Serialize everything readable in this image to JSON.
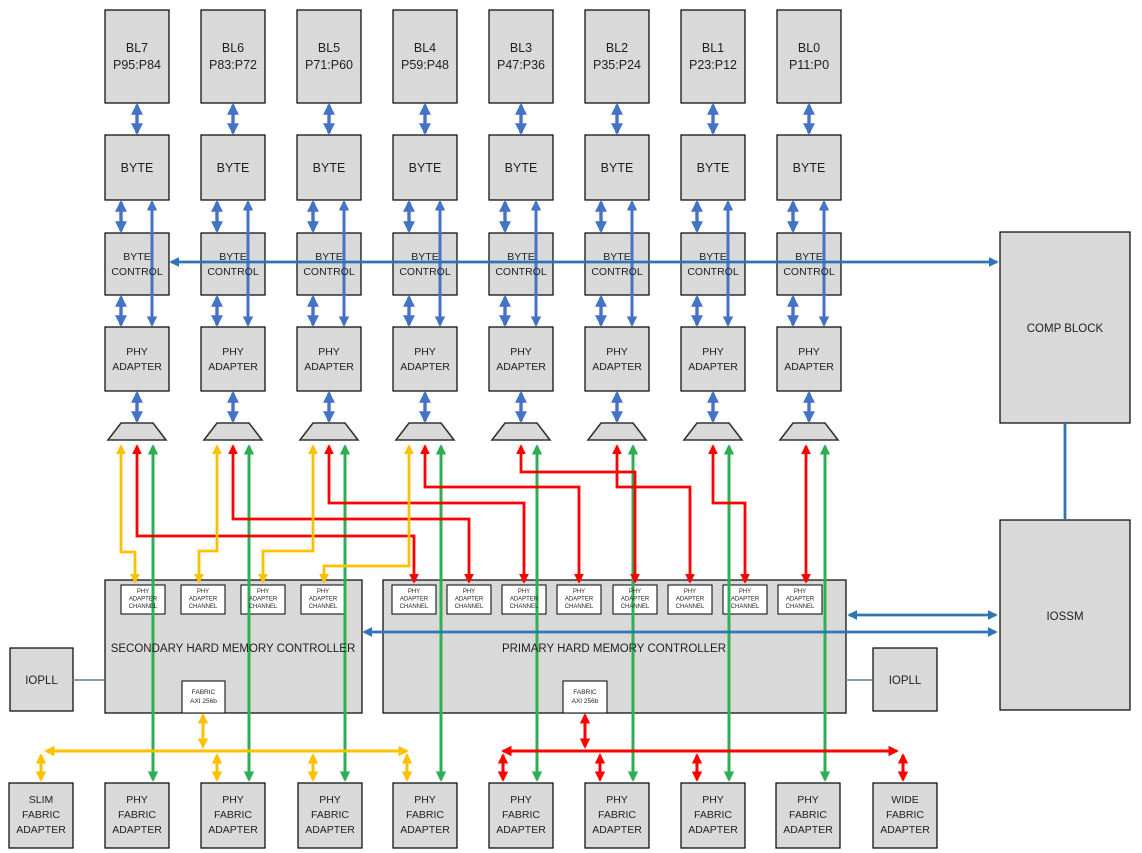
{
  "diagram": "memory-interface-block-diagram",
  "colors": {
    "block_fill": "#d9d9d9",
    "block_stroke": "#000000",
    "white": "#ffffff",
    "blue": "#4472c4",
    "steel_blue": "#2e75b6",
    "red": "#fe0000",
    "green": "#2fae54",
    "yellow": "#ffc000",
    "connector": "#8496b0",
    "text": "#1f1f1f"
  },
  "columns": [
    {
      "bl": "BL7",
      "pins": "P95:P84"
    },
    {
      "bl": "BL6",
      "pins": "P83:P72"
    },
    {
      "bl": "BL5",
      "pins": "P71:P60"
    },
    {
      "bl": "BL4",
      "pins": "P59:P48"
    },
    {
      "bl": "BL3",
      "pins": "P47:P36"
    },
    {
      "bl": "BL2",
      "pins": "P35:P24"
    },
    {
      "bl": "BL1",
      "pins": "P23:P12"
    },
    {
      "bl": "BL0",
      "pins": "P11:P0"
    }
  ],
  "column_labels": {
    "byte": "BYTE",
    "byte_control_lines": [
      "BYTE",
      "CONTROL"
    ],
    "phy_adapter_lines": [
      "PHY",
      "ADAPTER"
    ]
  },
  "controllers": {
    "secondary": {
      "title": "SECONDARY HARD MEMORY CONTROLLER",
      "channel_count": 4,
      "channel_label_lines": [
        "PHY",
        "ADAPTER",
        "CHANNEL"
      ],
      "fabric_lines": [
        "FABRIC",
        "AXI 256b"
      ]
    },
    "primary": {
      "title": "PRIMARY  HARD MEMORY CONTROLLER",
      "channel_count": 8,
      "channel_label_lines": [
        "PHY",
        "ADAPTER",
        "CHANNEL"
      ],
      "fabric_lines": [
        "FABRIC",
        "AXI 256b"
      ]
    }
  },
  "right_blocks": {
    "comp": "COMP BLOCK",
    "iossm": "IOSSM"
  },
  "iopll": {
    "left": "IOPLL",
    "right": "IOPLL"
  },
  "bottom_adapters": [
    {
      "lines": [
        "SLIM",
        "FABRIC",
        "ADAPTER"
      ]
    },
    {
      "lines": [
        "PHY",
        "FABRIC",
        "ADAPTER"
      ]
    },
    {
      "lines": [
        "PHY",
        "FABRIC",
        "ADAPTER"
      ]
    },
    {
      "lines": [
        "PHY",
        "FABRIC",
        "ADAPTER"
      ]
    },
    {
      "lines": [
        "PHY",
        "FABRIC",
        "ADAPTER"
      ]
    },
    {
      "lines": [
        "PHY",
        "FABRIC",
        "ADAPTER"
      ]
    },
    {
      "lines": [
        "PHY",
        "FABRIC",
        "ADAPTER"
      ]
    },
    {
      "lines": [
        "PHY",
        "FABRIC",
        "ADAPTER"
      ]
    },
    {
      "lines": [
        "PHY",
        "FABRIC",
        "ADAPTER"
      ]
    },
    {
      "lines": [
        "WIDE",
        "FABRIC",
        "ADAPTER"
      ]
    }
  ]
}
